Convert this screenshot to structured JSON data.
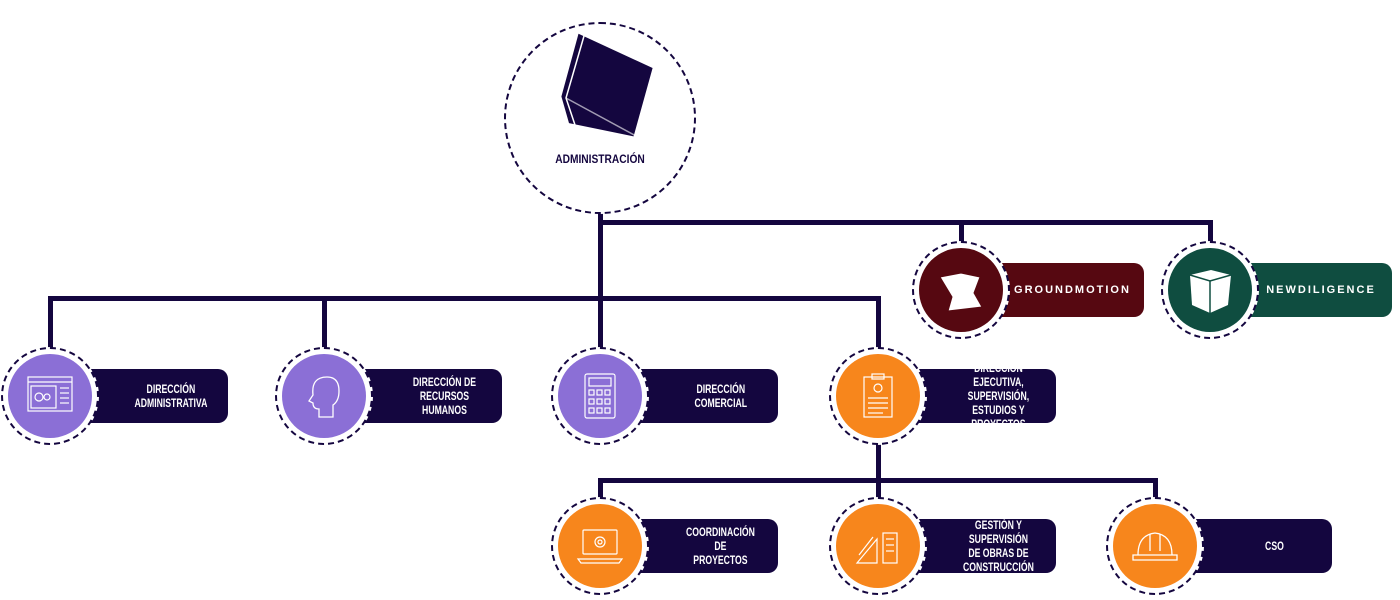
{
  "root": {
    "label": "ADMINISTRACIÓN"
  },
  "companies": [
    {
      "label": "GROUNDMOTION",
      "color": "#560811"
    },
    {
      "label": "NEWDILIGENCE",
      "color": "#0f4d40"
    }
  ],
  "directions": [
    {
      "line1": "DIRECCIÓN",
      "line2": "ADMINISTRATIVA"
    },
    {
      "line1": "DIRECCIÓN DE",
      "line2": "RECURSOS HUMANOS"
    },
    {
      "line1": "DIRECCIÓN",
      "line2": "COMERCIAL"
    },
    {
      "line1": "DIRECCIÓN EJECUTIVA,",
      "line2": "SUPERVISIÓN,",
      "line3": "ESTUDIOS Y PROYECTOS"
    }
  ],
  "sub": [
    {
      "line1": "COORDINACIÓN DE",
      "line2": "PROYECTOS"
    },
    {
      "line1": "GESTIÓN Y SUPERVISIÓN",
      "line2": "DE OBRAS DE",
      "line3": "CONSTRUCCIÓN"
    },
    {
      "line1": "CSO"
    }
  ],
  "colors": {
    "navy": "#14063f",
    "purple": "#8b6fd6",
    "orange": "#f7861c"
  }
}
